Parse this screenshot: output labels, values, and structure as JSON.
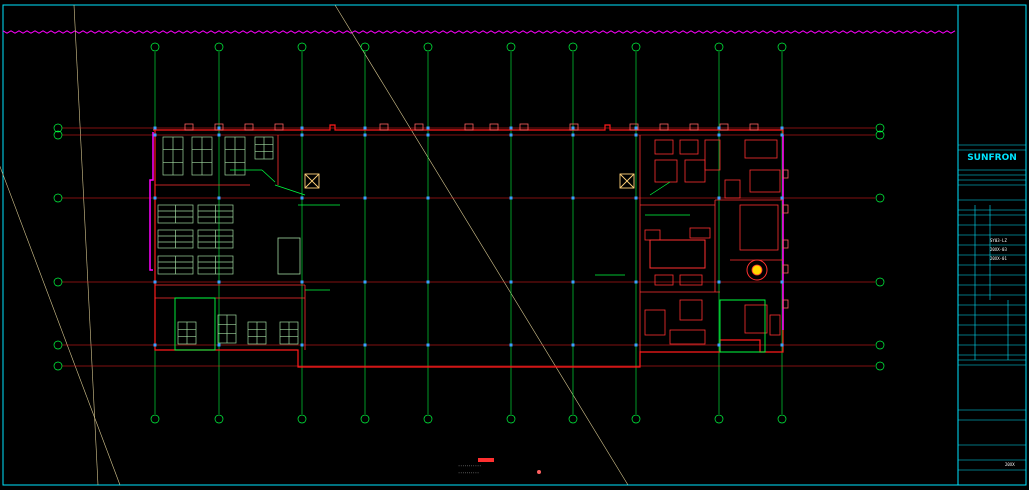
{
  "drawing": {
    "title_block": {
      "logo": "SUNFRON",
      "fields": [
        {
          "label": "",
          "value": "SY03-LZ"
        },
        {
          "label": "",
          "value": "20XX-03"
        },
        {
          "label": "",
          "value": "20XX-01"
        }
      ],
      "footer_code": "20XX"
    },
    "colors": {
      "background": "#000000",
      "frame": "#00e5ff",
      "grid_axis": "#ff2020",
      "column_grid": "#00ff40",
      "walls": "#ff1a1a",
      "furniture": "#ff3030",
      "workstations": "#a0d8a0",
      "accent": "#ff00ff",
      "construction_line": "#d8c890"
    },
    "notes": [
      {
        "text": "···········"
      },
      {
        "text": "··········"
      }
    ]
  }
}
